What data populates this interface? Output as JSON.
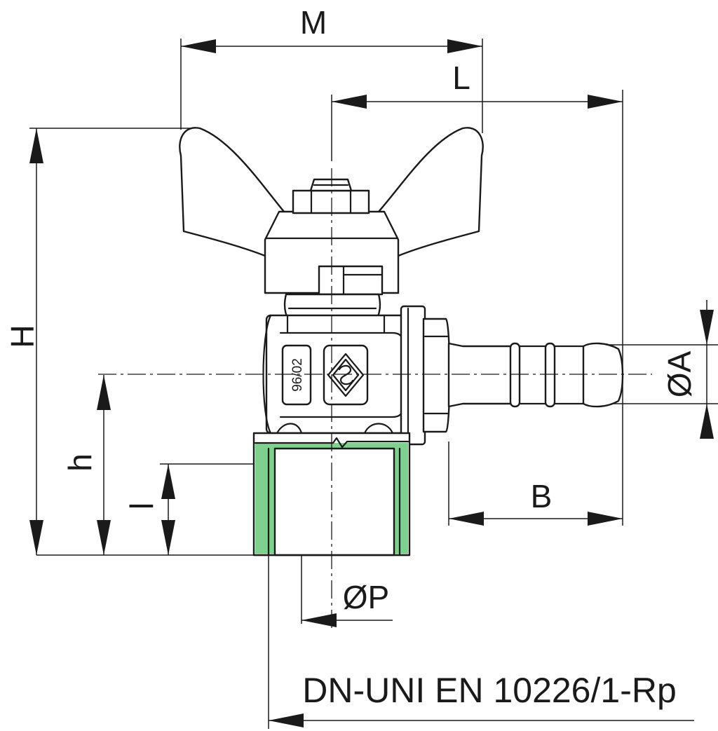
{
  "labels": {
    "M": "M",
    "L": "L",
    "H": "H",
    "h": "h",
    "l": "l",
    "A": "ØA",
    "B": "B",
    "P": "ØP"
  },
  "stamp": "96/02",
  "standard": "DN-UNI EN 10226/1-Rp",
  "colors": {
    "thread": "#7fd08f",
    "line": "#1a1a1a"
  },
  "icons": {
    "logo": "brand-diamond-logo"
  }
}
